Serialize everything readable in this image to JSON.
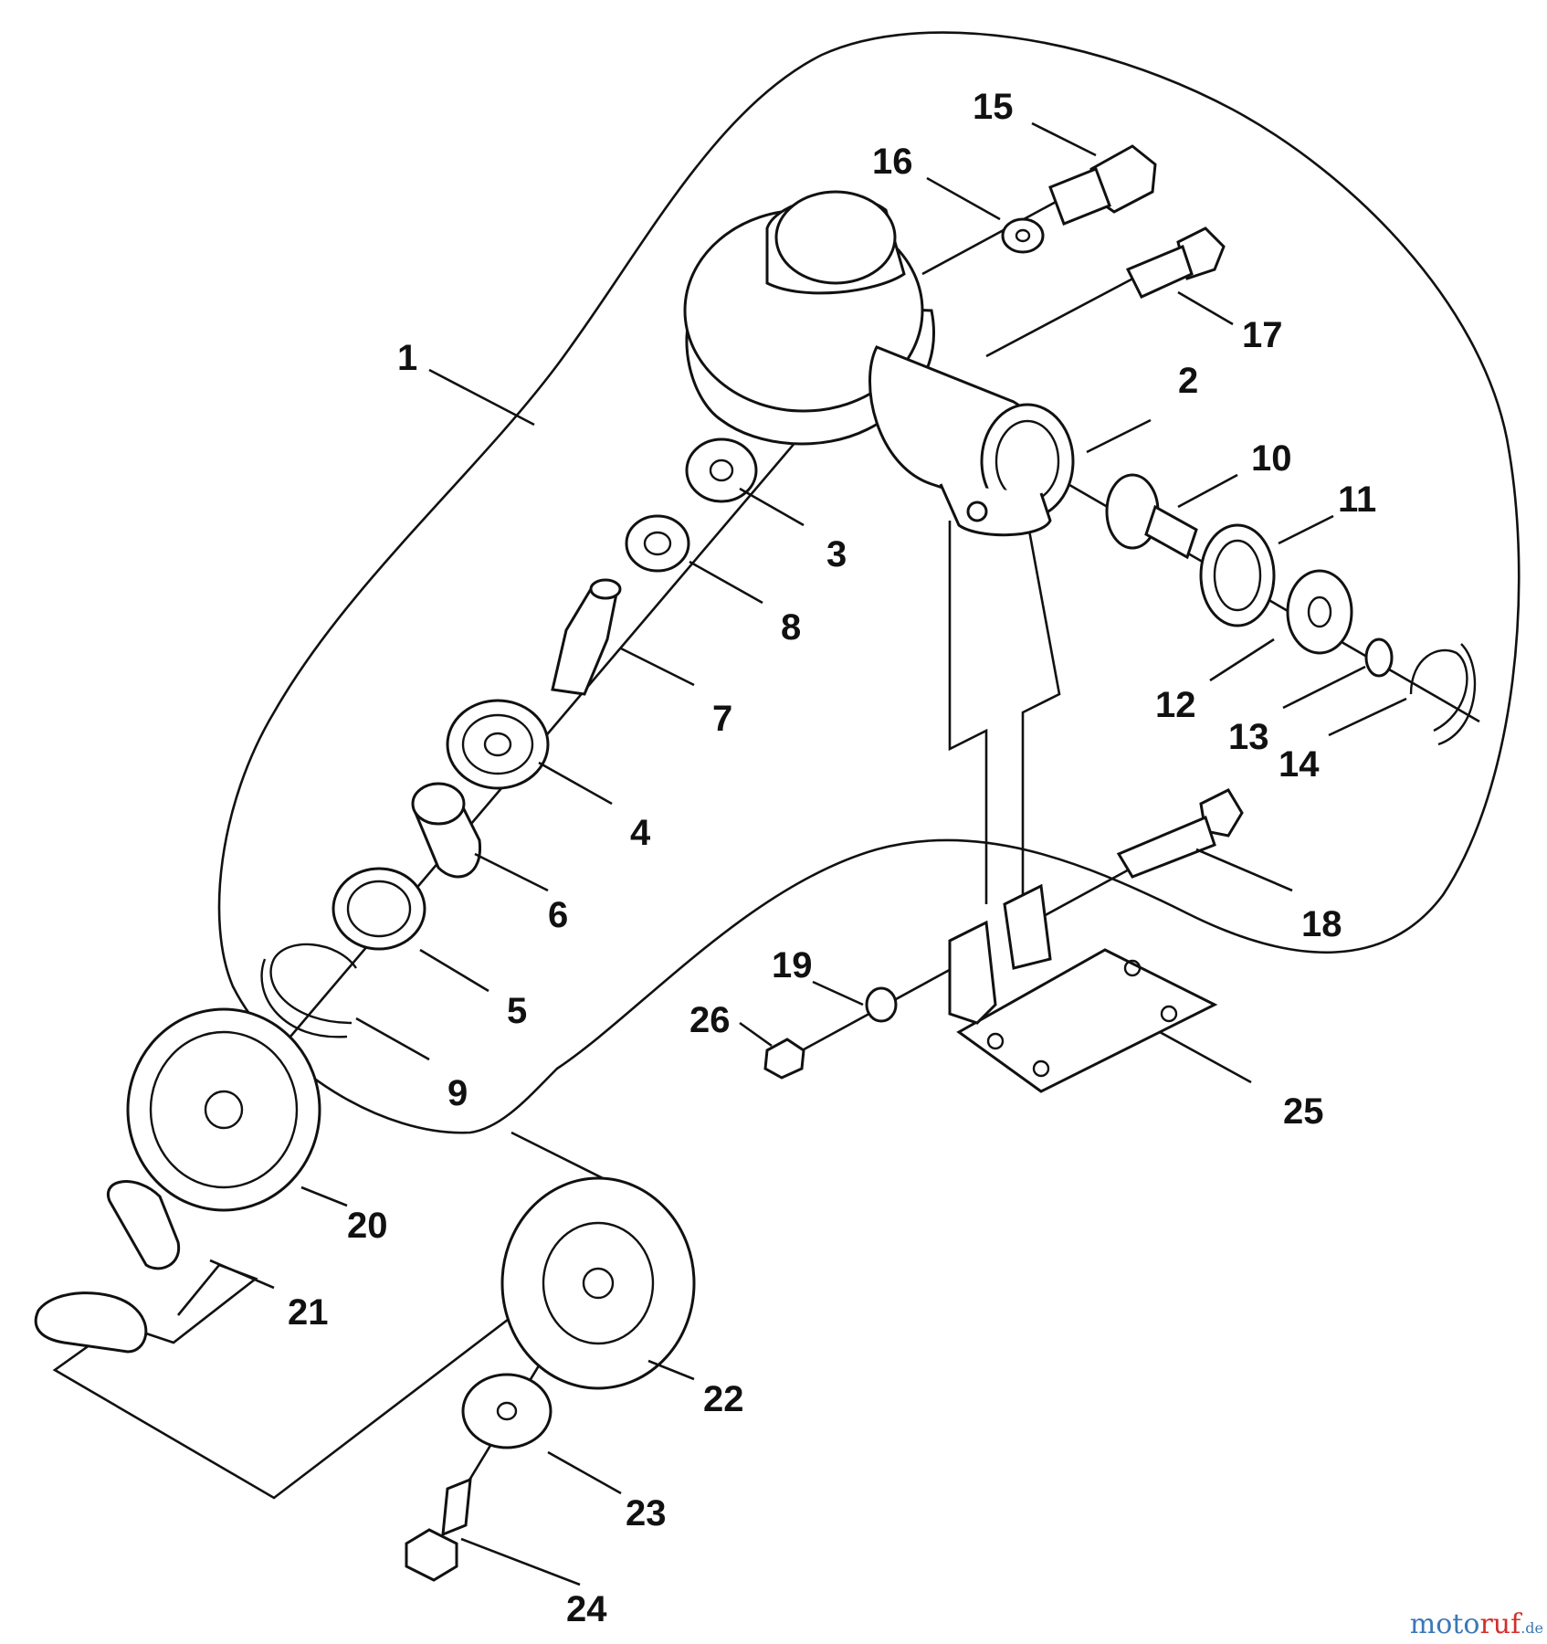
{
  "diagram": {
    "part_numbers": [
      "1",
      "2",
      "3",
      "4",
      "5",
      "6",
      "7",
      "8",
      "9",
      "10",
      "11",
      "12",
      "13",
      "14",
      "15",
      "16",
      "17",
      "18",
      "19",
      "20",
      "21",
      "22",
      "23",
      "24",
      "25",
      "26"
    ]
  },
  "watermark": {
    "part1": "moto",
    "part2": "ruf",
    "suffix": ".de"
  }
}
